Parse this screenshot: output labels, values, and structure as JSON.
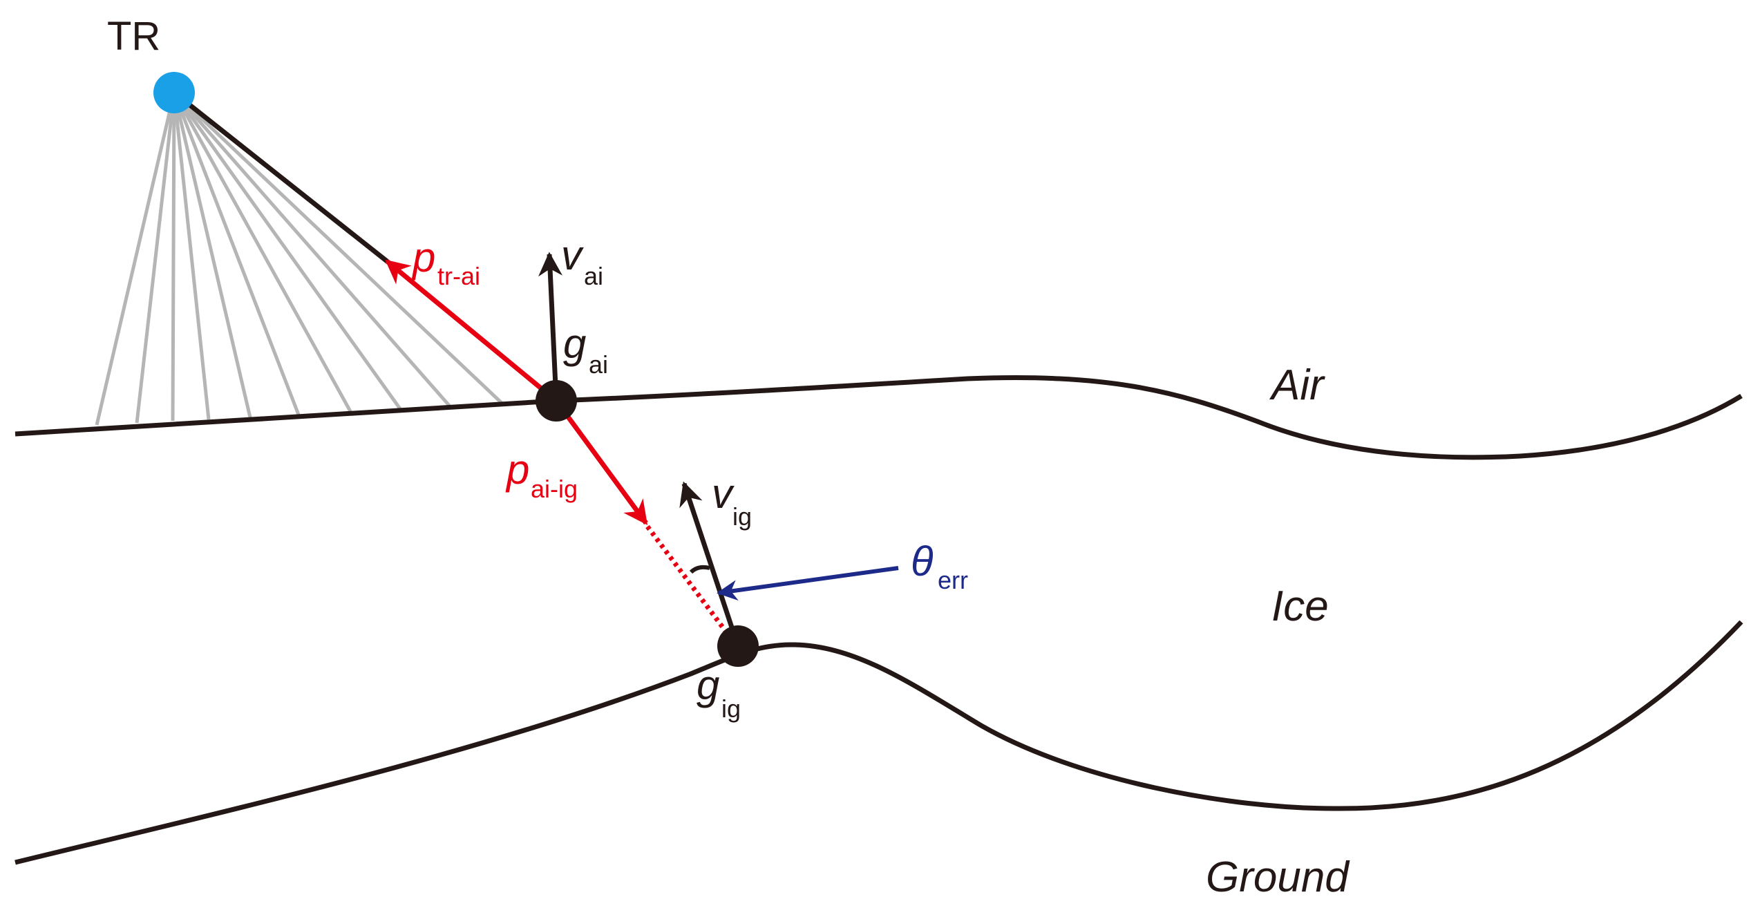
{
  "labels": {
    "transceiver": "TR",
    "region_air": "Air",
    "region_ice": "Ice",
    "region_ground": "Ground",
    "p_tr_ai": {
      "main": "p",
      "sub": "tr-ai"
    },
    "p_ai_ig": {
      "main": "p",
      "sub": "ai-ig"
    },
    "v_ai": {
      "main": "v",
      "sub": "ai"
    },
    "v_ig": {
      "main": "v",
      "sub": "ig"
    },
    "g_ai": {
      "main": "g",
      "sub": "ai"
    },
    "g_ig": {
      "main": "g",
      "sub": "ig"
    },
    "theta_err": {
      "main": "θ",
      "sub": "err"
    }
  },
  "colors": {
    "red": "#e60012",
    "blue": "#1d2a8a",
    "tr_dot": "#1aa0e6",
    "black": "#231815",
    "ray_gray": "#b5b5b5"
  }
}
